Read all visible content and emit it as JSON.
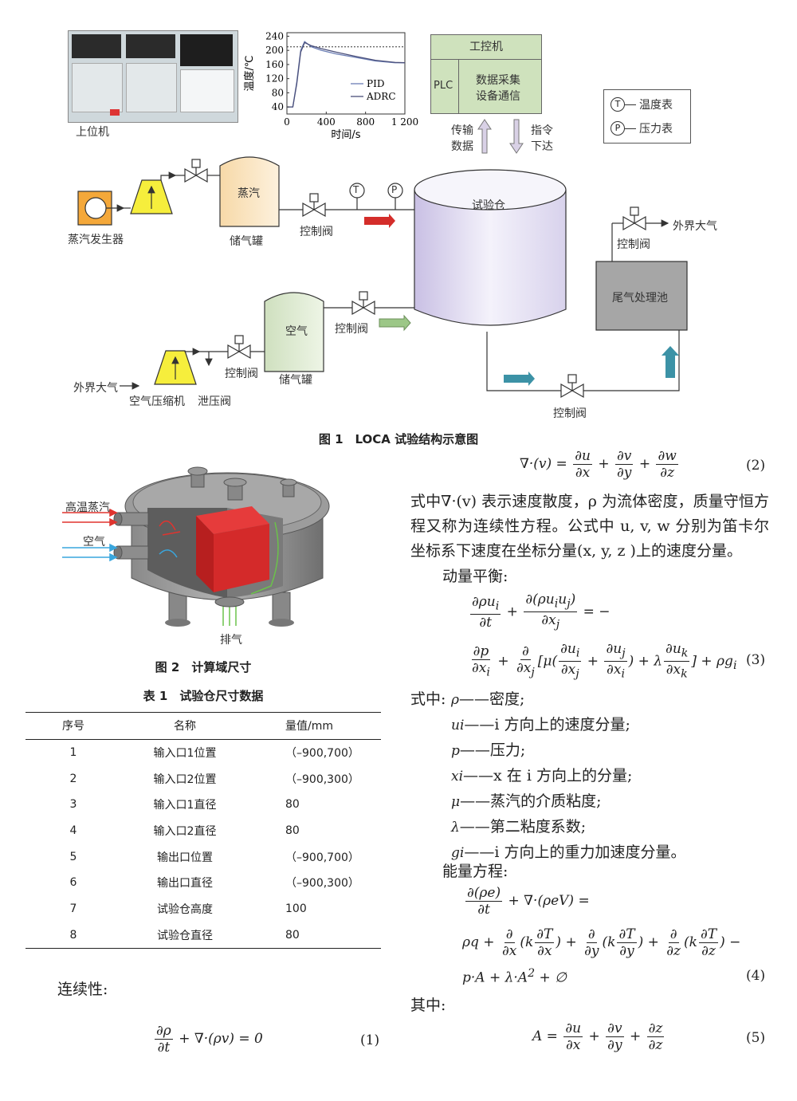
{
  "fig1": {
    "caption": "图 1　LOCA 试验结构示意图",
    "host_label": "上位机",
    "chart_data": {
      "type": "line",
      "xlabel": "时间/s",
      "ylabel": "温度/℃",
      "x_ticks": [
        "0",
        "400",
        "800",
        "1 200"
      ],
      "y_ticks": [
        "40",
        "80",
        "120",
        "160",
        "200",
        "240"
      ],
      "xlim": [
        0,
        1200
      ],
      "ylim": [
        20,
        250
      ],
      "setpoint": 210,
      "series": [
        {
          "name": "PID",
          "x": [
            0,
            60,
            100,
            140,
            180,
            250,
            350,
            500,
            700,
            900,
            1100,
            1200
          ],
          "y": [
            40,
            40,
            110,
            200,
            225,
            210,
            200,
            190,
            180,
            170,
            165,
            165
          ]
        },
        {
          "name": "ADRC",
          "x": [
            0,
            60,
            100,
            140,
            180,
            250,
            350,
            500,
            700,
            900,
            1100,
            1200
          ],
          "y": [
            40,
            40,
            105,
            195,
            222,
            213,
            205,
            195,
            183,
            172,
            166,
            165
          ]
        }
      ]
    },
    "ipc_title": "工控机",
    "plc_label": "PLC",
    "daq_line1": "数据采集",
    "daq_line2": "设备通信",
    "up_line1": "传输",
    "up_line2": "数据",
    "down_line1": "指令",
    "down_line2": "下达",
    "legend_t_symbol": "T",
    "legend_t": "温度表",
    "legend_p_symbol": "P",
    "legend_p": "压力表",
    "steam_generator": "蒸汽发生器",
    "steam": "蒸汽",
    "tank": "储气罐",
    "control_valve": "控制阀",
    "chamber": "试验仓",
    "atmosphere": "外界大气",
    "exhaust_pool": "尾气处理池",
    "air": "空气",
    "compressor": "空气压缩机",
    "relief_valve": "泄压阀"
  },
  "fig2": {
    "caption": "图 2　计算域尺寸",
    "hot_steam": "高温蒸汽",
    "air": "空气",
    "exhaust": "排气"
  },
  "table1": {
    "caption": "表 1　试验仓尺寸数据",
    "headers": [
      "序号",
      "名称",
      "量值/mm"
    ],
    "rows": [
      [
        "1",
        "输入口1位置",
        "（–900,700）"
      ],
      [
        "2",
        "输入口2位置",
        "（–900,300）"
      ],
      [
        "3",
        "输入口1直径",
        "80"
      ],
      [
        "4",
        "输入口2直径",
        "80"
      ],
      [
        "5",
        "输出口位置",
        "（–900,700）"
      ],
      [
        "6",
        "输出口直径",
        "（–900,300）"
      ],
      [
        "7",
        "试验仓高度",
        "100"
      ],
      [
        "8",
        "试验仓直径",
        "80"
      ]
    ]
  },
  "text": {
    "continuity": "连续性:",
    "eq1_num": "(1)",
    "eq2_num": "(2)",
    "para1": "式中∇·(v) 表示速度散度，ρ 为流体密度，质量守恒方程又称为连续性方程。公式中 u, v, w 分别为笛卡尔坐标系下速度在坐标分量(x, y, z )上的速度分量。",
    "momentum": "动量平衡:",
    "eq3_num": "(3)",
    "where1_lead": "式中:",
    "defs": [
      {
        "sym": "ρ",
        "desc": "——密度;"
      },
      {
        "sym": "ui",
        "desc": "——i 方向上的速度分量;"
      },
      {
        "sym": "p",
        "desc": "——压力;"
      },
      {
        "sym": "xi",
        "desc": "——x 在 i 方向上的分量;"
      },
      {
        "sym": "μ",
        "desc": "——蒸汽的介质粘度;"
      },
      {
        "sym": "λ",
        "desc": "——第二粘度系数;"
      },
      {
        "sym": "gi",
        "desc": "——i 方向上的重力加速度分量。"
      }
    ],
    "energy": "能量方程:",
    "eq4_num": "(4)",
    "where2": "其中:",
    "eq5_num": "(5)"
  }
}
